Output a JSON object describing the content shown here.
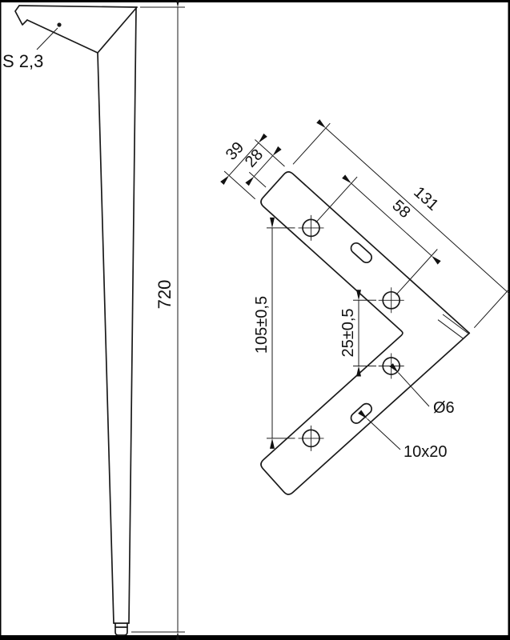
{
  "colors": {
    "ink": "#1a1a1a",
    "paper": "#ffffff"
  },
  "leg": {
    "thickness_label": "S 2,3",
    "height_label": "720"
  },
  "bracket": {
    "flange_width_label": "39",
    "hole_offset_label": "28",
    "arm_length_label": "131",
    "hole_spacing_label": "58",
    "hole_span_label": "105±0,5",
    "corner_hole_spacing_label": "25±0,5",
    "hole_diameter_label": "Ø6",
    "slot_size_label": "10x20"
  }
}
